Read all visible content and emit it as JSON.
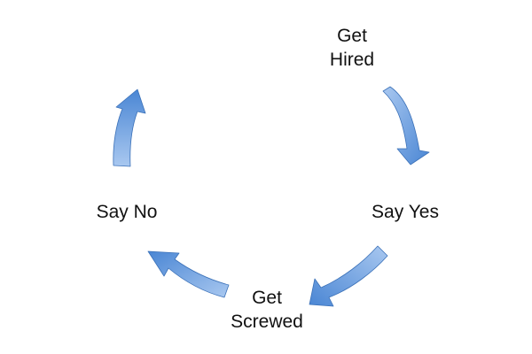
{
  "diagram": {
    "type": "cycle",
    "arrow_color": "#4A86D4",
    "arrow_color_light": "#A9C8F0",
    "arrow_edge_color": "#3B71B8",
    "background": "#FFFFFF",
    "text_color": "#111111",
    "steps": [
      {
        "line1": "Get",
        "line2": "Hired"
      },
      {
        "line1": "Say Yes",
        "line2": ""
      },
      {
        "line1": "Get",
        "line2": "Screwed"
      },
      {
        "line1": "Say No",
        "line2": ""
      }
    ],
    "arrows": [
      {
        "from": "Get Hired",
        "to": "Say Yes",
        "icon": "curved-arrow-down"
      },
      {
        "from": "Say Yes",
        "to": "Get Screwed",
        "icon": "curved-arrow-down-left"
      },
      {
        "from": "Get Screwed",
        "to": "Say No",
        "icon": "curved-arrow-up-left"
      },
      {
        "from": "Say No",
        "to": "Get Hired",
        "icon": "curved-arrow-up"
      }
    ]
  }
}
